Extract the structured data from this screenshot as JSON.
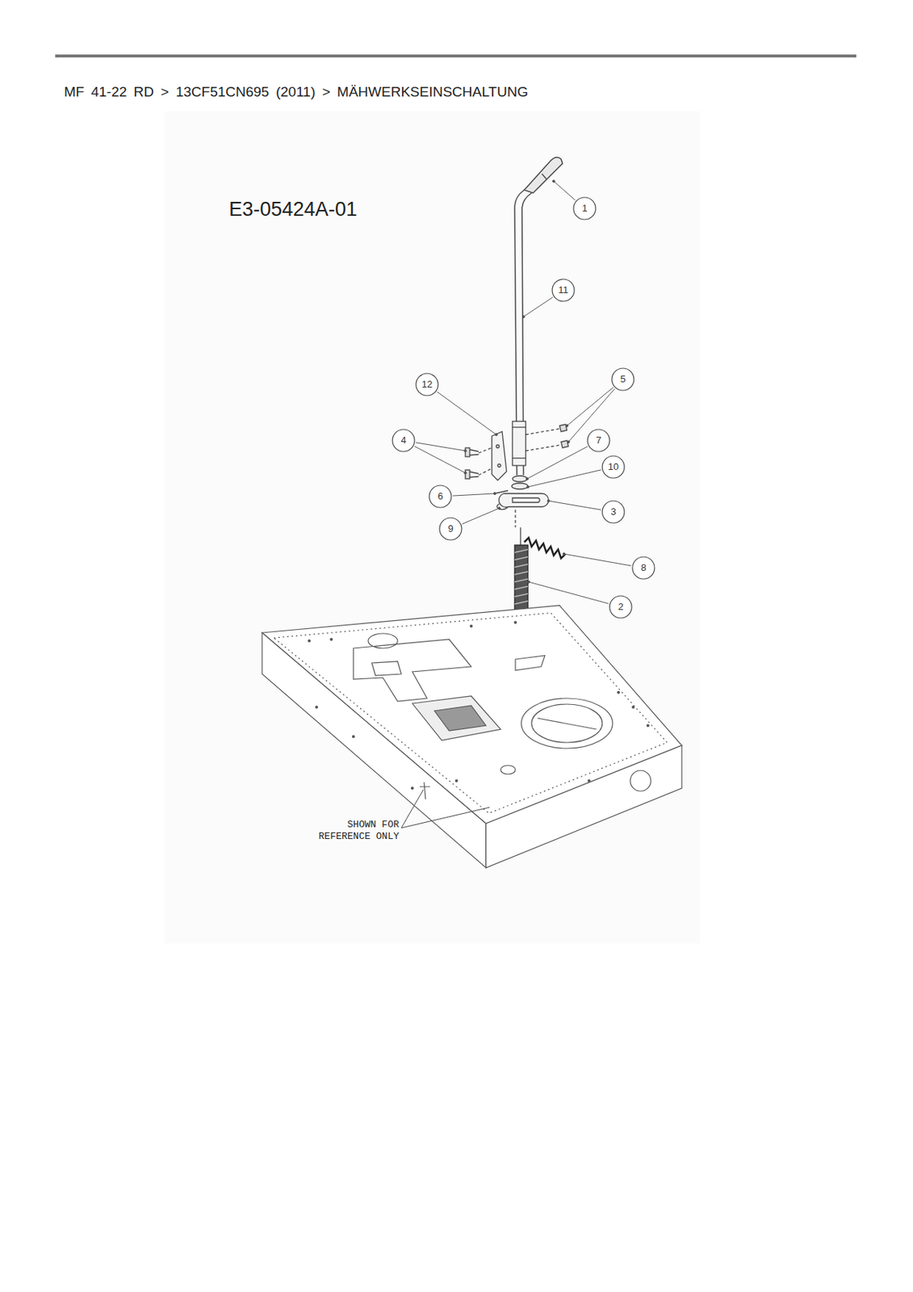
{
  "diagram": {
    "title": "MF 41-22 RD > 13CF51CN695 (2011) > MÄHWERKSEINSCHALTUNG",
    "nodes": [
      {
        "text": [
          "1"
        ]
      },
      {
        "text": [
          "11"
        ]
      },
      {
        "text": [
          "12"
        ]
      },
      {
        "text": [
          "5"
        ]
      },
      {
        "text": [
          "4"
        ]
      },
      {
        "text": [
          "7"
        ]
      },
      {
        "text": [
          "10"
        ]
      },
      {
        "text": [
          "6"
        ]
      },
      {
        "text": [
          "3"
        ]
      },
      {
        "text": [
          "9"
        ]
      },
      {
        "text": [
          "8"
        ]
      },
      {
        "text": [
          "2"
        ]
      }
    ],
    "labels": [
      "E3-05424A-01",
      "SHOWN FOR REFERENCE ONLY"
    ]
  }
}
